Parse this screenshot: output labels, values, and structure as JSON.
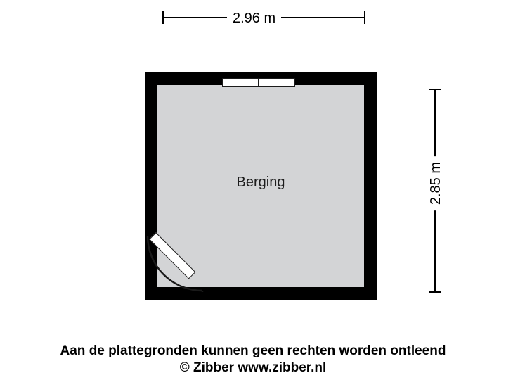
{
  "plan": {
    "room_label": "Berging",
    "dimensions": {
      "width_label": "2.96 m",
      "height_label": "2.85 m"
    },
    "colors": {
      "wall": "#000000",
      "floor": "#d3d4d6",
      "background": "#ffffff",
      "text": "#000000"
    },
    "features": {
      "window_top": "window",
      "door_bottom_left": "swing-door"
    }
  },
  "footer": {
    "disclaimer": "Aan de plattegronden kunnen geen rechten worden ontleend",
    "credit": "© Zibber www.zibber.nl"
  }
}
